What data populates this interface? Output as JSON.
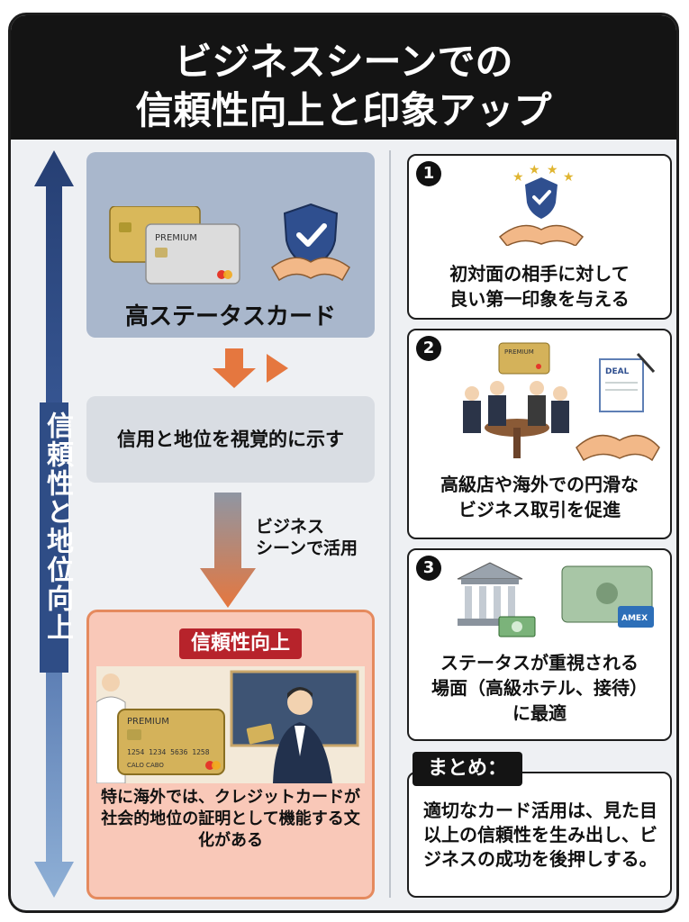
{
  "title": {
    "line1": "ビジネスシーンでの",
    "line2": "信頼性向上と印象アップ"
  },
  "side_arrow": {
    "label": "信頼性と地位向上"
  },
  "flow": {
    "status_label": "高ステータスカード",
    "visual_label": "信用と地位を視覚的に示す",
    "arrow_label_line1": "ビジネス",
    "arrow_label_line2": "シーンで活用",
    "trust_badge": "信頼性向上",
    "trust_caption": "特に海外では、クレジットカードが社会的地位の証明として機能する文化がある",
    "card_premium_label": "PREMIUM",
    "card_number": "1254 1234 5636 1258",
    "card_name": "CALO CABO"
  },
  "benefits": [
    {
      "number": "1",
      "line1": "初対面の相手に対して",
      "line2": "良い第一印象を与える",
      "line3": ""
    },
    {
      "number": "2",
      "line1": "高級店や海外での円滑な",
      "line2": "ビジネス取引を促進",
      "line3": "",
      "deal_label": "DEAL",
      "premium_label": "PREMIUM"
    },
    {
      "number": "3",
      "line1": "ステータスが重視される",
      "line2": "場面（高級ホテル、接待）",
      "line3": "に最適",
      "amex_label": "AMEX"
    }
  ],
  "summary": {
    "tag": "まとめ：",
    "text": "適切なカード活用は、見た目以上の信頼性を生み出し、ビジネスの成功を後押しする。"
  },
  "colors": {
    "title_bg": "#141414",
    "arrow_blue": "#2f4d86",
    "arrow_orange": "#e5773f",
    "badge_red": "#b7232b",
    "trust_bg": "#f9c8b8"
  },
  "icons": [
    "shield-check-icon",
    "handshake-icon",
    "stars-icon",
    "bank-icon",
    "money-icon",
    "document-icon",
    "pen-icon"
  ]
}
